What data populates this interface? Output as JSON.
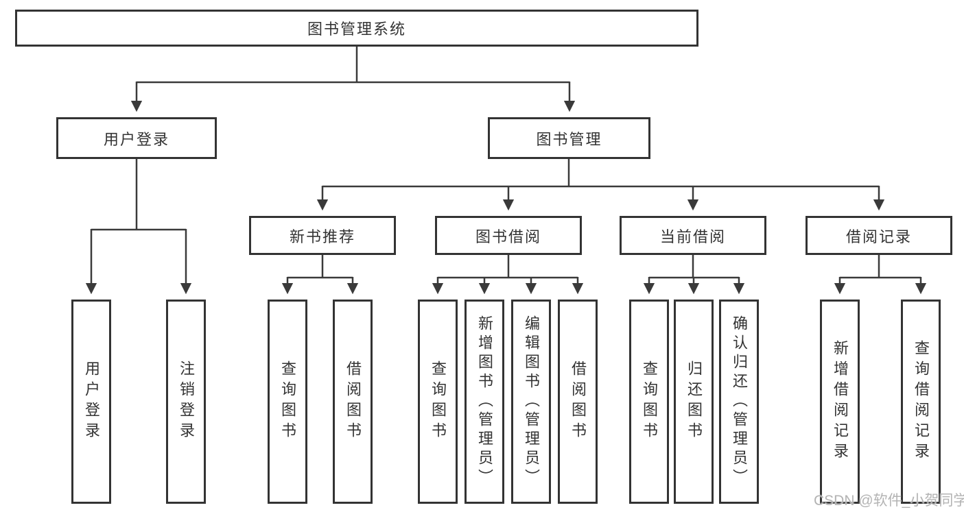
{
  "tree": {
    "root": {
      "label": "图书管理系统"
    },
    "branches": [
      {
        "label": "用户登录",
        "children": [
          {
            "label": "用户登录"
          },
          {
            "label": "注销登录"
          }
        ]
      },
      {
        "label": "图书管理",
        "groups": [
          {
            "label": "新书推荐",
            "children": [
              {
                "label": "查询图书"
              },
              {
                "label": "借阅图书"
              }
            ]
          },
          {
            "label": "图书借阅",
            "children": [
              {
                "label": "查询图书"
              },
              {
                "label": "新增图书（管理员）"
              },
              {
                "label": "编辑图书（管理员）"
              },
              {
                "label": "借阅图书"
              }
            ]
          },
          {
            "label": "当前借阅",
            "children": [
              {
                "label": "查询图书"
              },
              {
                "label": "归还图书"
              },
              {
                "label": "确认归还（管理员）"
              }
            ]
          },
          {
            "label": "借阅记录",
            "children": [
              {
                "label": "新增借阅记录"
              },
              {
                "label": "查询借阅记录"
              }
            ]
          }
        ]
      }
    ]
  },
  "watermark": {
    "label": "CSDN @软件_小贺同学"
  },
  "colors": {
    "box_border": "#333333",
    "connector_line": "#3a3a3a",
    "text": "#333333",
    "watermark": "#b3b3b3",
    "background": "#ffffff"
  }
}
